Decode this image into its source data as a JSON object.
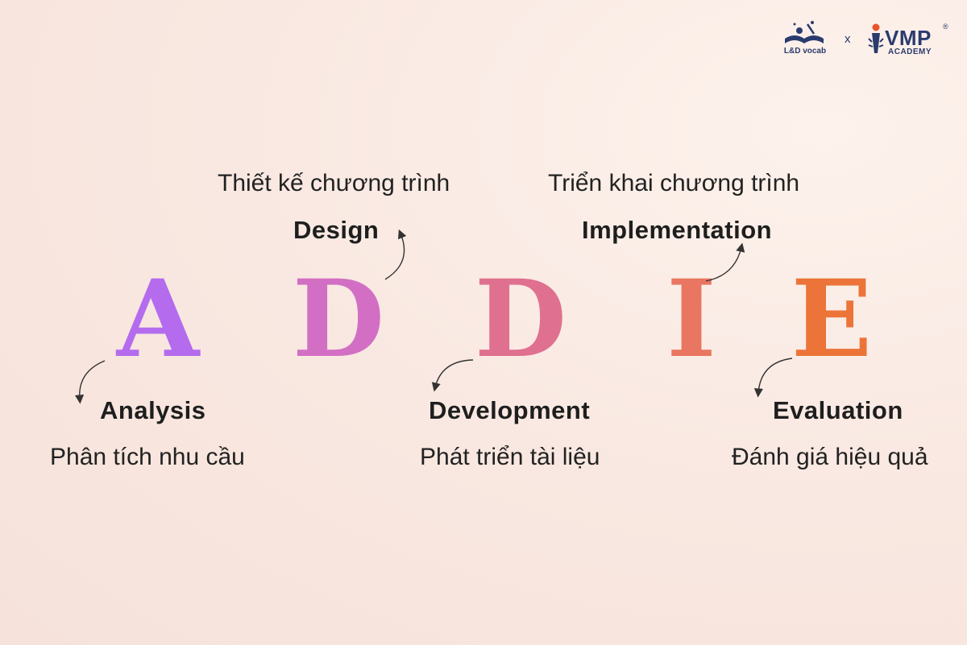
{
  "logos": {
    "left": "L&D vocab",
    "separator": "x",
    "right_main": "VMP",
    "right_registered": "®",
    "right_sub": "ACADEMY"
  },
  "phases": [
    {
      "letter": "A",
      "name": "Analysis",
      "vi": "Phân tích nhu cầu",
      "color": "#b46bee"
    },
    {
      "letter": "D",
      "name": "Design",
      "vi": "Thiết kế chương trình",
      "color": "#d26fc4"
    },
    {
      "letter": "D",
      "name": "Development",
      "vi": "Phát triển tài liệu",
      "color": "#e0708f"
    },
    {
      "letter": "I",
      "name": "Implementation",
      "vi": "Triển khai chương trình",
      "color": "#e97660"
    },
    {
      "letter": "E",
      "name": "Evaluation",
      "vi": "Đánh giá hiệu quả",
      "color": "#ec7438"
    }
  ]
}
